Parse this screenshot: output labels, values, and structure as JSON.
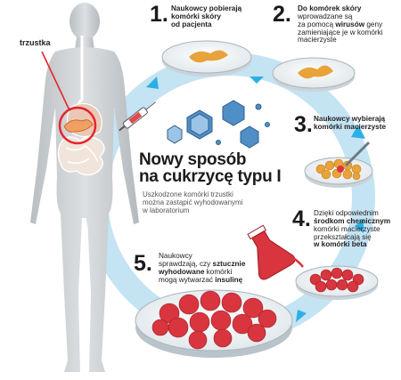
{
  "title": {
    "line1": "Nowy sposób",
    "line2": "na cukrzycę typu I"
  },
  "subtitle": {
    "line1": "Uszkodzone komórki trzustki",
    "line2": "można zastąpić wyhodowanymi",
    "line3": "w laboratorium"
  },
  "organ_label": "trzustka",
  "steps": [
    {
      "number": "1.",
      "lines": [
        [
          {
            "text": "Naukowcy pobierają",
            "bold": true
          }
        ],
        [
          {
            "text": "komórki skóry",
            "bold": true
          }
        ],
        [
          {
            "text": "od pacjenta",
            "bold": true
          }
        ]
      ]
    },
    {
      "number": "2.",
      "lines": [
        [
          {
            "text": "Do komórek skóry",
            "bold": true
          }
        ],
        [
          {
            "text": "wprowadzane są",
            "bold": false
          }
        ],
        [
          {
            "text": "za pomocą ",
            "bold": false
          },
          {
            "text": "wirusów",
            "bold": true
          },
          {
            "text": " geny",
            "bold": false
          }
        ],
        [
          {
            "text": "zamieniające je w komórki",
            "bold": false
          }
        ],
        [
          {
            "text": "macierzyste",
            "bold": false
          }
        ]
      ]
    },
    {
      "number": "3.",
      "lines": [
        [
          {
            "text": "Naukowcy wybierają",
            "bold": true
          }
        ],
        [
          {
            "text": "komórki macierzyste",
            "bold": true
          }
        ]
      ]
    },
    {
      "number": "4.",
      "lines": [
        [
          {
            "text": "Dzięki odpowiednim",
            "bold": false
          }
        ],
        [
          {
            "text": "środkom chemicznym",
            "bold": true
          }
        ],
        [
          {
            "text": "komórki macierzyste",
            "bold": false
          }
        ],
        [
          {
            "text": "przekształcają się",
            "bold": false
          }
        ],
        [
          {
            "text": "w komórki beta",
            "bold": true
          }
        ]
      ]
    },
    {
      "number": "5.",
      "lines": [
        [
          {
            "text": "Naukowcy",
            "bold": false
          }
        ],
        [
          {
            "text": "sprawdzają, czy ",
            "bold": false
          },
          {
            "text": "sztucznie",
            "bold": true
          }
        ],
        [
          {
            "text": "wyhodowane",
            "bold": true
          },
          {
            "text": " komórki",
            "bold": false
          }
        ],
        [
          {
            "text": "mogą wytwarzać ",
            "bold": false
          },
          {
            "text": "insulinę",
            "bold": true
          }
        ]
      ]
    }
  ],
  "colors": {
    "cycle_ring": "#c4e3f3",
    "arrow": "#2bb0e6",
    "body_fill": "#cdd1d4",
    "pancreas_highlight": "#e6252c",
    "cell_red": "#d8353e",
    "cell_orange": "#e8a33b",
    "virus_blue": "#4f8fc6"
  }
}
